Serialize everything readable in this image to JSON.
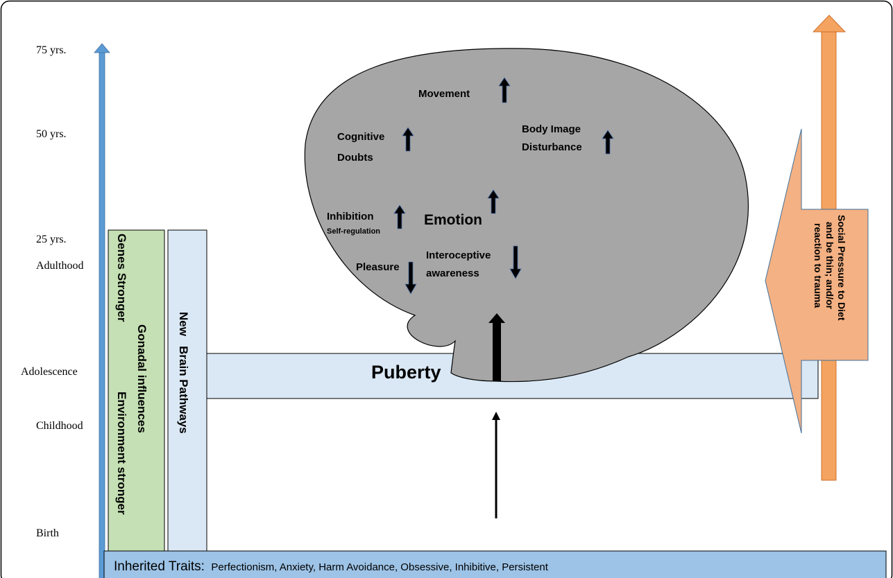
{
  "timeline": {
    "ticks": [
      "75 yrs.",
      "50 yrs.",
      "25 yrs.",
      "Adulthood",
      "Adolescence",
      "Childhood",
      "Birth"
    ]
  },
  "columns": {
    "green_line1": "Genes  Stronger",
    "green_line2": "Gonadal influences",
    "green_line3": "Environment stronger",
    "blue": "New   Brain Pathways"
  },
  "puberty": "Puberty",
  "brain": {
    "movement": "Movement",
    "cognitive_line1": "Cognitive",
    "cognitive_line2": "Doubts",
    "body_image_line1": "Body Image",
    "body_image_line2": "Disturbance",
    "inhibition": "Inhibition",
    "self_regulation": "Self-regulation",
    "emotion": "Emotion",
    "interoceptive_line1": "Interoceptive",
    "interoceptive_line2": "awareness",
    "pleasure": "Pleasure"
  },
  "social": {
    "line1": "Social Pressure to Diet",
    "line2": "and be thin; and/or",
    "line3": "reaction to trauma"
  },
  "inherited": {
    "title": "Inherited Traits:",
    "traits": "Perfectionism, Anxiety, Harm Avoidance, Obsessive, Inhibitive, Persistent"
  },
  "colors": {
    "timeline_arrow": "#5b9bd5",
    "green_box": "#c5e0b4",
    "light_blue_box": "#dae8f5",
    "brain": "#a6a6a6",
    "orange_arrow": "#f4a460",
    "orange_callout": "#f4b183",
    "inherited_bar": "#9dc3e6"
  }
}
